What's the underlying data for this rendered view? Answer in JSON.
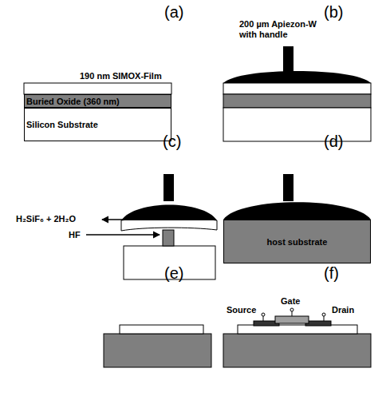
{
  "diagram": {
    "nodes": [
      {
        "text": [
          "Buried Oxide (360 nm)"
        ]
      },
      {
        "text": [
          "Silicon Substrate"
        ]
      },
      {
        "text": [
          "host substrate"
        ]
      }
    ],
    "labels": [
      "(a)",
      "(b)",
      "190 nm SIMOX-Film",
      "200 µm Apiezon-W with handle",
      "(c)",
      "(d)",
      "H₂SiF₆ + 2H₂O",
      "HF",
      "(e)",
      "(f)",
      "Source",
      "Gate",
      "Drain"
    ]
  }
}
